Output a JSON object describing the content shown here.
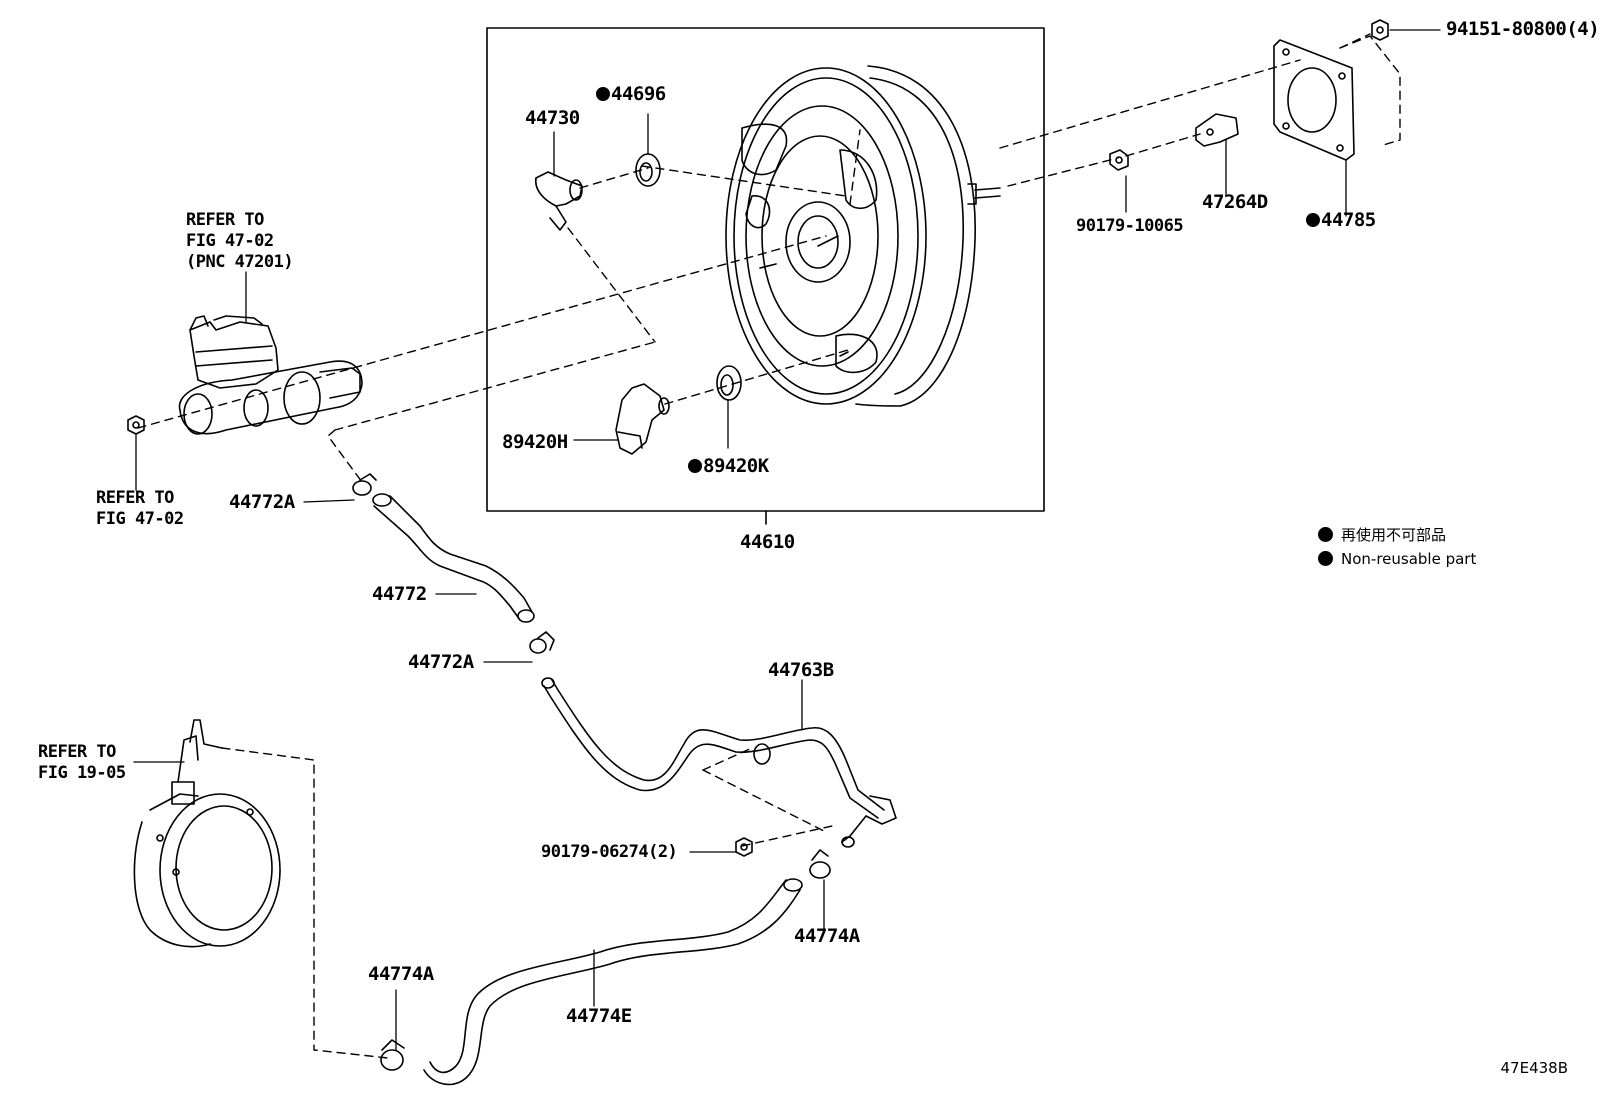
{
  "labels": {
    "p94151": "94151-80800(4)",
    "p44696": "44696",
    "p44730": "44730",
    "p90179a": "90179-10065",
    "p47264d": "47264D",
    "p44785": "44785",
    "p89420h": "89420H",
    "p89420k": "89420K",
    "p44610": "44610",
    "p44772a1": "44772A",
    "p44772": "44772",
    "p44772a2": "44772A",
    "p44763b": "44763B",
    "p90179b": "90179-06274(2)",
    "p44774a1": "44774A",
    "p44774a2": "44774A",
    "p44774e": "44774E"
  },
  "refs": {
    "master_cyl": [
      "REFER TO",
      "FIG 47-02",
      "(PNC 47201)"
    ],
    "nut": [
      "REFER TO",
      "FIG 47-02"
    ],
    "vacuum_pump": [
      "REFER TO",
      "FIG 19-05"
    ]
  },
  "legend": {
    "jp": "再使用不可部品",
    "en": "Non-reusable part"
  },
  "figure_code": "47E438B"
}
